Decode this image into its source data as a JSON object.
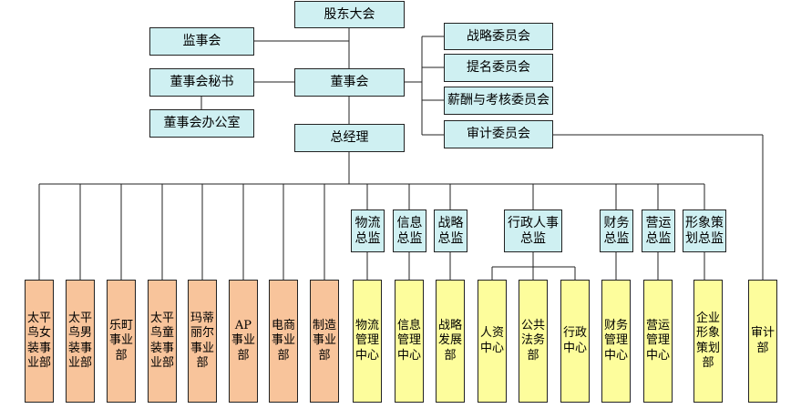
{
  "top": {
    "shareholders": "股东大会",
    "supervisory_board": "监事会",
    "board_secretary": "董事会秘书",
    "board_office": "董事会办公室",
    "board": "董事会",
    "general_manager": "总经理"
  },
  "committees": [
    "战略委员会",
    "提名委员会",
    "薪酬与考核委员会",
    "审计委员会"
  ],
  "directors": [
    "物流总监",
    "信息总监",
    "战略总监",
    "行政人事总监",
    "财务总监",
    "营运总监",
    "形象策划总监"
  ],
  "business_units": [
    "太平鸟女装事业部",
    "太平鸟男装事业部",
    "乐町事业部",
    "太平鸟童装事业部",
    "玛蒂丽尔事业部",
    "AP事业部",
    "电商事业部",
    "制造事业部"
  ],
  "centers": [
    "物流管理中心",
    "信息管理中心",
    "战略发展部",
    "人资中心",
    "公共法务部",
    "行政中心",
    "财务管理中心",
    "营运管理中心",
    "企业形象策划部",
    "审计部"
  ],
  "colors": {
    "top_box": "#cff0f2",
    "business_unit": "#f8c49b",
    "center": "#fdfd9c",
    "line": "#222222"
  }
}
